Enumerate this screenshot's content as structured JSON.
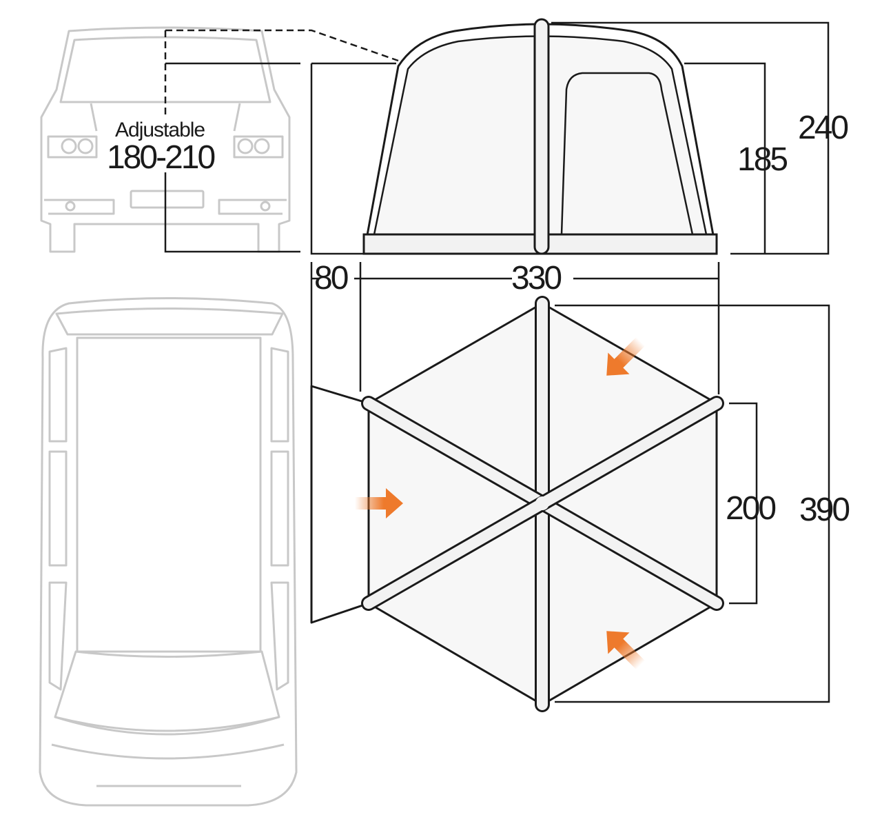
{
  "labels": {
    "adjustable_title": "Adjustable",
    "adjustable_range": "180-210",
    "height_total": "240",
    "height_side": "185",
    "width_annex": "80",
    "width_main": "330",
    "depth_side": "200",
    "depth_total": "390"
  },
  "colors": {
    "outline": "#1a1a1a",
    "vehicle": "#c8c8c8",
    "tube_fill": "#f2f2f2",
    "arrow": "#ee7a2c"
  }
}
